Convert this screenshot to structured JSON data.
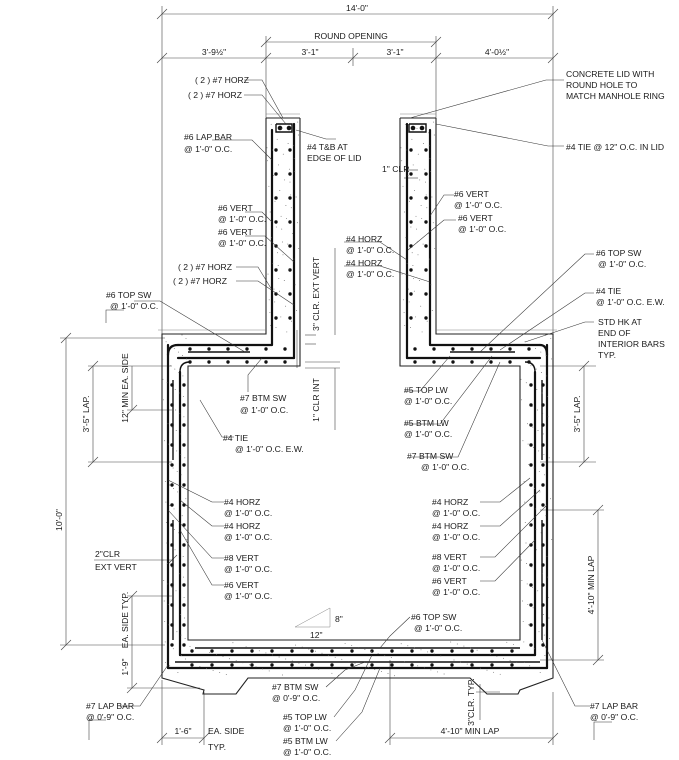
{
  "dimensions": {
    "overall_width": "14'-0\"",
    "round_opening": "ROUND OPENING",
    "left_top": "3'-9½\"",
    "opening_left": "3'-1\"",
    "opening_right": "3'-1\"",
    "right_top": "4'-0½\"",
    "height": "10'-0\"",
    "lap_left": "3'-5\" LAP.",
    "lap_right": "3'-5\" LAP.",
    "min_ea_side": "12\" MIN EA. SIDE",
    "clr_int": "1\" CLR INT",
    "clr_ext": "3\" CLR. EXT VERT",
    "one_clr": "1\" CLR",
    "two_clr": "2\"CLR",
    "ext_vert": "EXT VERT",
    "ea_side_typ_v": "EA. SIDE TYP.",
    "one_nine": "1'-9\"",
    "one_six": "1'-6\"",
    "ea_side_bottom": "EA. SIDE",
    "typ_bottom": "TYP.",
    "min_lap_right": "4'-10\" MIN LAP",
    "min_lap_bottom": "4'-10\" MIN LAP",
    "three_clr_typ": "3\"CLR. TYP.",
    "slope_8": "8\"",
    "slope_12": "12\""
  },
  "labels": {
    "horz_7_a": "( 2 ) #7 HORZ",
    "horz_7_b": "( 2 ) #7 HORZ",
    "lap6_a": "#6 LAP BAR",
    "lap6_b": "@ 1'-0\" O.C.",
    "tb_a": "#4 T&B AT",
    "tb_b": "EDGE OF LID",
    "lid_a": "CONCRETE LID WITH",
    "lid_b": "ROUND HOLE TO",
    "lid_c": "MATCH MANHOLE RING",
    "tie_lid": "#4 TIE @ 12\" O.C. IN LID",
    "l6v1_a": "#6 VERT",
    "l6v1_b": "@ 1'-0\" O.C.",
    "l6v2_a": "#6 VERT",
    "l6v2_b": "@ 1'-0\" O.C.",
    "r6v1_a": "#6 VERT",
    "r6v1_b": "@ 1'-0\" O.C.",
    "r6v2_a": "#6 VERT",
    "r6v2_b": "@ 1'-0\" O.C.",
    "r4h1_a": "#4 HORZ",
    "r4h1_b": "@ 1'-0\" O.C.",
    "r4h2_a": "#4 HORZ",
    "r4h2_b": "@ 1'-0\" O.C.",
    "horz_7_c": "( 2 ) #7 HORZ",
    "horz_7_d": "( 2 ) #7 HORZ",
    "topsw_l_a": "#6 TOP SW",
    "topsw_l_b": "@ 1'-0\" O.C.",
    "topsw_r_a": "#6 TOP SW",
    "topsw_r_b": "@ 1'-0\" O.C.",
    "tie_r_a": "#4 TIE",
    "tie_r_b": "@ 1'-0\" O.C. E.W.",
    "stdhk_a": "STD HK AT",
    "stdhk_b": "END OF",
    "stdhk_c": "INTERIOR BARS",
    "stdhk_d": "TYP.",
    "btmsw_a": "#7 BTM SW",
    "btmsw_b": "@ 1'-0\" O.C.",
    "tie_l_a": "#4 TIE",
    "tie_l_b": "@ 1'-0\" O.C. E.W.",
    "toplw_a": "#5 TOP LW",
    "toplw_b": "@ 1'-0\" O.C.",
    "btmlw_a": "#5 BTM LW",
    "btmlw_b": "@ 1'-0\" O.C.",
    "btmsw_r_a": "#7 BTM SW",
    "btmsw_r_b": "@ 1'-0\" O.C.",
    "l4h1_a": "#4 HORZ",
    "l4h1_b": "@ 1'-0\" O.C.",
    "l4h2_a": "#4 HORZ",
    "l4h2_b": "@ 1'-0\" O.C.",
    "l8v_a": "#8 VERT",
    "l8v_b": "@ 1'-0\" O.C.",
    "l6v3_a": "#6 VERT",
    "l6v3_b": "@ 1'-0\" O.C.",
    "rb4h1_a": "#4 HORZ",
    "rb4h1_b": "@ 1'-0\" O.C.",
    "rb4h2_a": "#4 HORZ",
    "rb4h2_b": "@ 1'-0\" O.C.",
    "rb8v_a": "#8 VERT",
    "rb8v_b": "@ 1'-0\" O.C.",
    "rb6v_a": "#6 VERT",
    "rb6v_b": "@ 1'-0\" O.C.",
    "topsw_b_a": "#6 TOP SW",
    "topsw_b_b": "@ 1'-0\" O.C.",
    "btmsw_b_a": "#7 BTM SW",
    "btmsw_b_b": "@ 0'-9\" O.C.",
    "toplw_b_a": "#5 TOP LW",
    "toplw_b_b": "@ 1'-0\" O.C.",
    "btmlw_b_a": "#5 BTM LW",
    "btmlw_b_b": "@ 1'-0\" O.C.",
    "lap7_l_a": "#7 LAP BAR",
    "lap7_l_b": "@ 0'-9\" O.C.",
    "lap7_r_a": "#7 LAP BAR",
    "lap7_r_b": "@ 0'-9\" O.C."
  }
}
